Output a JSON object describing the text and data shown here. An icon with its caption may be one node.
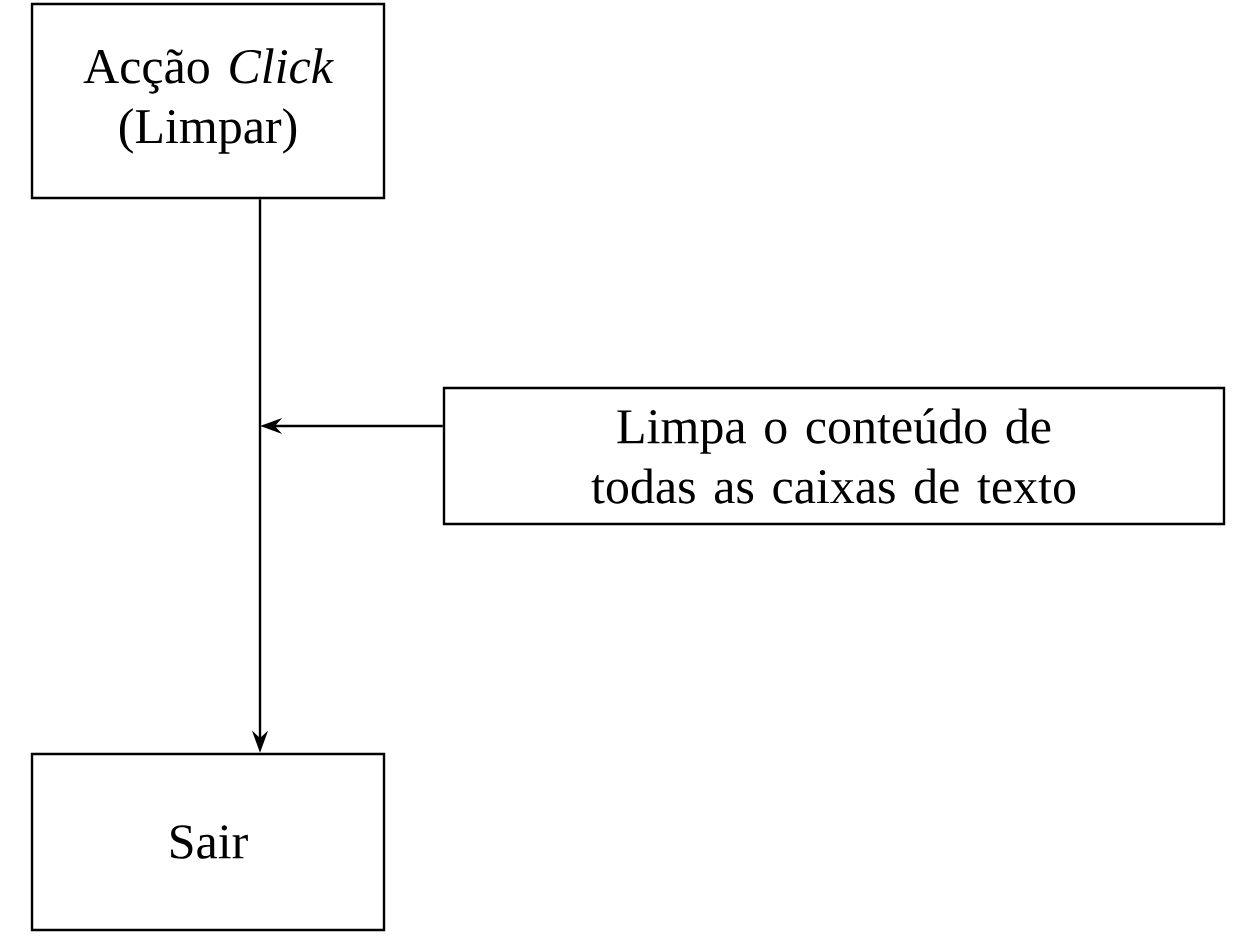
{
  "diagram": {
    "nodes": [
      {
        "text": [
          "Acção *Click* (Limpar)"
        ]
      },
      {
        "text": [
          "Limpa o conteúdo de todas as caixas de texto"
        ]
      },
      {
        "text": [
          "Sair"
        ]
      }
    ],
    "edges": [
      {
        "from": 0,
        "to": 2,
        "arrow": "to"
      },
      {
        "from": 1,
        "to": null,
        "arrow": "to"
      }
    ]
  }
}
